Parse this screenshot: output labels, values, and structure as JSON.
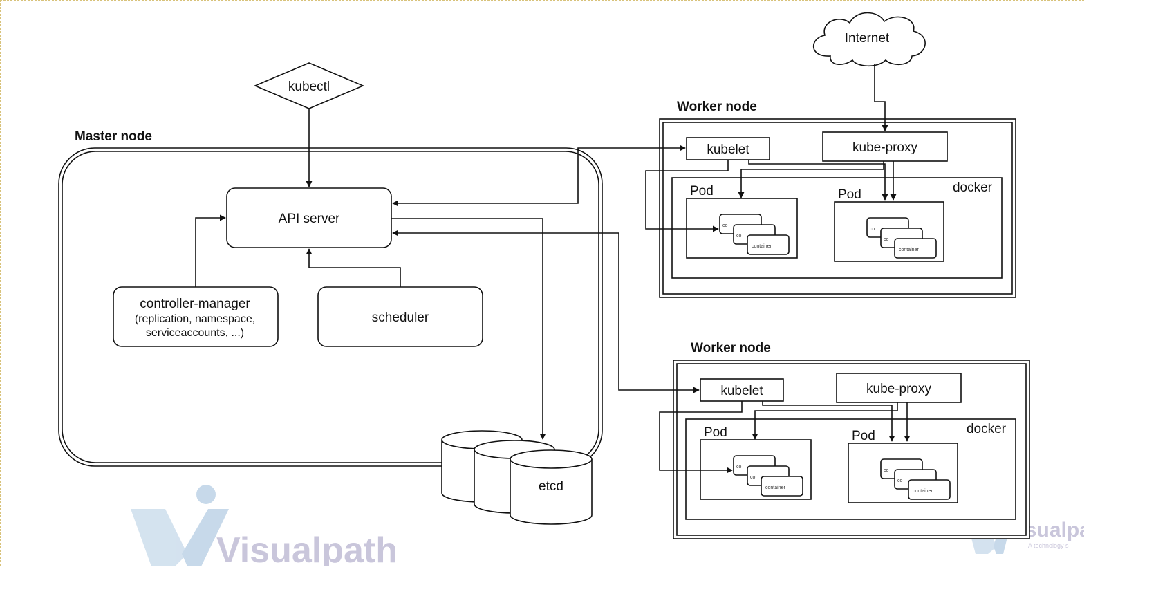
{
  "labels": {
    "kubectl": "kubectl",
    "internet": "Internet",
    "master_title": "Master node",
    "api_server": "API server",
    "controller_manager": "controller-manager",
    "controller_manager_sub1": "(replication, namespace,",
    "controller_manager_sub2": "serviceaccounts, ...)",
    "scheduler": "scheduler",
    "etcd": "etcd",
    "worker_title": "Worker node",
    "kubelet": "kubelet",
    "kube_proxy": "kube-proxy",
    "docker": "docker",
    "pod": "Pod",
    "container": "container",
    "container_partial": "co"
  },
  "watermark": {
    "text_main": "Visualpath",
    "text_right": "Visualpa",
    "tagline": "A technology s",
    "color_light": "#b5cde3",
    "color_text": "#b8b3cf"
  },
  "colors": {
    "stroke": "#111111",
    "background": "#ffffff"
  }
}
